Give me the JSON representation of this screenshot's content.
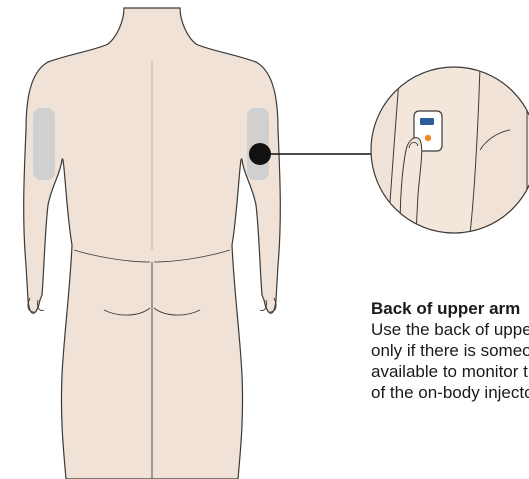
{
  "caption": {
    "title": "Back of upper arm",
    "lines": [
      "Use the back of upper arm",
      "only if there is someone",
      "available to monitor the status",
      "of the on-body injector."
    ]
  },
  "colors": {
    "skin": "#f0e2d6",
    "outline": "#3a3a3a",
    "site": "#cfd0cf",
    "marker": "#111111",
    "device_orange": "#f08a1c",
    "device_blue": "#2e5d9c"
  },
  "icons": {
    "marker": "injection-site-marker-icon",
    "device": "on-body-injector-icon"
  }
}
